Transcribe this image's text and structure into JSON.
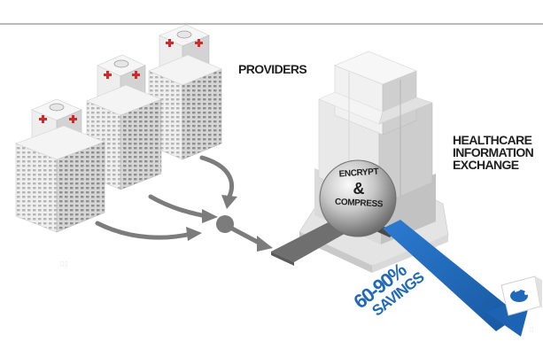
{
  "labels": {
    "providers": "PROVIDERS",
    "hie": [
      "HEALTHCARE",
      "INFORMATION",
      "EXCHANGE"
    ],
    "sphere": {
      "line1": "ENCRYPT",
      "line2": "&",
      "line3": "COMPRESS"
    },
    "savings": {
      "percent": "60-90%",
      "word": "SAVINGS"
    }
  },
  "colors": {
    "building_light": "#f1f1f1",
    "building_mid": "#d9d9d9",
    "building_dark": "#b9b9b9",
    "window": "#9a9a9a",
    "red_cross": "#d8262b",
    "arrow_gray": "#7c7c7c",
    "savings_blue": "#2068b8",
    "line": "#8f8f8f",
    "text": "#1f1f1f"
  },
  "icons": {
    "hospital": "hospital-building-icon",
    "cross": "red-cross-icon",
    "sphere": "encrypt-sphere-icon",
    "piggy": "piggy-bank-icon"
  }
}
